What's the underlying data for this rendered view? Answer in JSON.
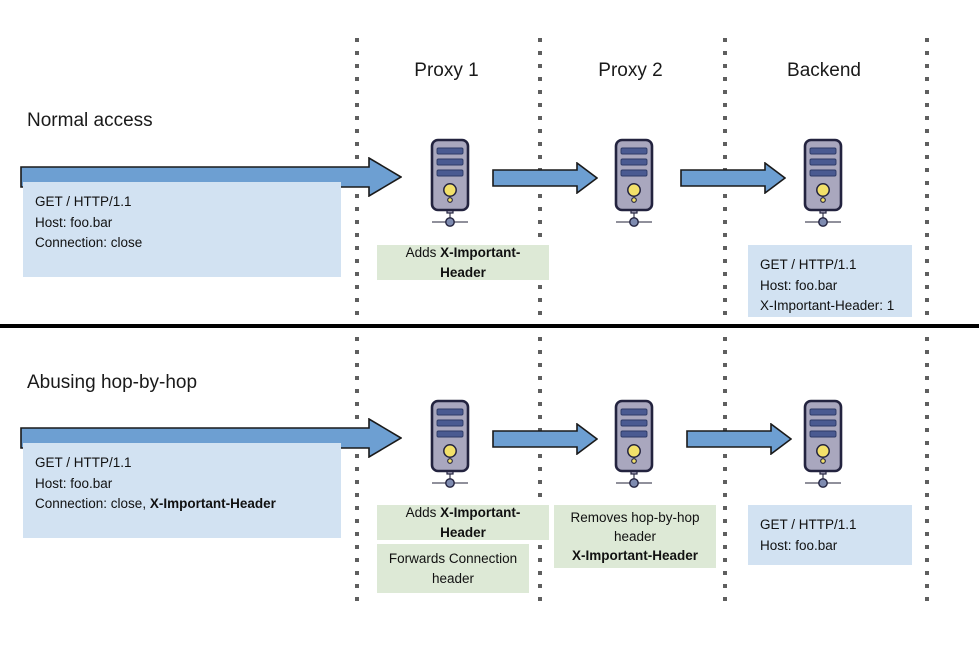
{
  "diagram": {
    "title_top": "Normal access",
    "title_bottom": "Abusing hop-by-hop",
    "columns": [
      {
        "label": "Proxy 1"
      },
      {
        "label": "Proxy 2"
      },
      {
        "label": "Backend"
      }
    ],
    "colors": {
      "request_box": "#d2e2f2",
      "note_box": "#dde9d6",
      "arrow_fill": "#6d9fd2",
      "arrow_stroke": "#1a1a1a",
      "lane_dot": "#5f5f5f",
      "divider": "#000000",
      "server_body": "#a9a7be",
      "server_border": "#23233f",
      "server_slot": "#4a5a91",
      "server_led": "#f2e06a"
    },
    "top_row": {
      "client_request": {
        "lines": [
          "GET / HTTP/1.1",
          "Host: foo.bar",
          "Connection: close"
        ]
      },
      "proxy1_note": {
        "prefix": "Adds ",
        "bold": "X-Important-Header"
      },
      "backend_request": {
        "lines": [
          "GET / HTTP/1.1",
          "Host: foo.bar",
          "X-Important-Header: 1"
        ]
      }
    },
    "bottom_row": {
      "client_request": {
        "line1": "GET / HTTP/1.1",
        "line2": "Host: foo.bar",
        "line3_prefix": "Connection: close, ",
        "line3_bold": "X-Important-Header"
      },
      "proxy1_note_a": {
        "prefix": "Adds ",
        "bold": "X-Important-Header"
      },
      "proxy1_note_b": {
        "line1": "Forwards Connection",
        "line2": "header"
      },
      "proxy2_note": {
        "line1": "Removes hop-by-hop",
        "line2": "header",
        "line3_bold": "X-Important-Header"
      },
      "backend_request": {
        "lines": [
          "GET / HTTP/1.1",
          "Host: foo.bar"
        ]
      }
    },
    "icons": {
      "server": "server-tower-icon",
      "arrow": "right-arrow-icon"
    }
  }
}
